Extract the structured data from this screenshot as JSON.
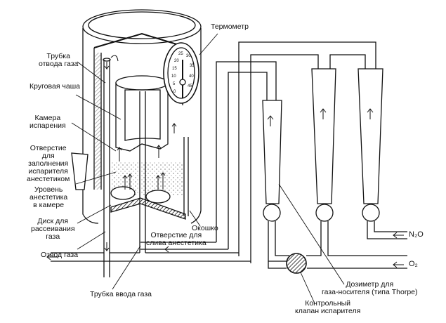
{
  "labels": {
    "outlet_tube": [
      "Трубка",
      "отвода газа"
    ],
    "circular_bowl": "Круговая чаша",
    "vapor_chamber": [
      "Камера",
      "испарения"
    ],
    "fill_port": [
      "Отверстие",
      "для",
      "заполнения",
      "испарителя",
      "анестетиком"
    ],
    "level": [
      "Уровень",
      "анестетика",
      "в камере"
    ],
    "disk": [
      "Диск для",
      "рассеивания",
      "газа"
    ],
    "gas_outlet": "Отвод газа",
    "inlet_tube": "Трубка ввода газа",
    "thermometer": "Термометр",
    "window": "Окошко",
    "drain": [
      "Отверстие для",
      "слива анестетика"
    ],
    "flowmeter": [
      "Дозиметр для",
      "газа-носителя (типа Thorpe)"
    ],
    "check_valve": [
      "Контрольный",
      "клапан испарителя"
    ],
    "n2o": "N₂O",
    "o2": "O₂"
  },
  "thermometer_scale": [
    "0",
    "5",
    "10",
    "15",
    "20",
    "25",
    "30",
    "35",
    "40",
    "45"
  ]
}
